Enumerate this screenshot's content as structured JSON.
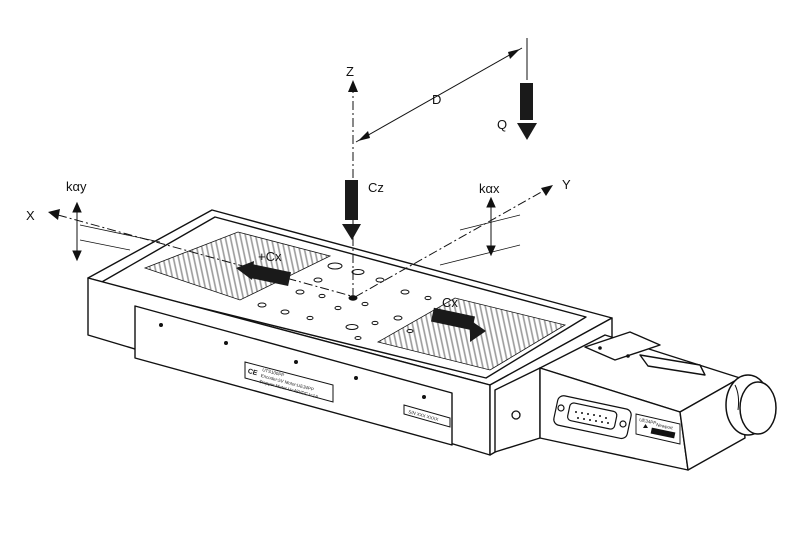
{
  "diagram": {
    "axes": {
      "z": "Z",
      "x": "X",
      "y": "Y"
    },
    "dimensions": {
      "d": "D",
      "q": "Q"
    },
    "moments": {
      "cz": "Cz",
      "cx_left": "+Cx",
      "cx_right": "Cx",
      "kay": "kαy",
      "kax": "kαx"
    },
    "colors": {
      "line": "#111111",
      "grating": "#9a9a9a",
      "arrow_fill": "#1a1a1a",
      "background": "#ffffff"
    },
    "nameplate": {
      "line1": "UTS100PP",
      "line2": "Encoder:5V  Motor:UE34PP",
      "line3": "Stepper Motor U=48VDC I=1A"
    },
    "serial_tag": "S/N XXX XXXX",
    "motor_label": {
      "line1": "UE34PP",
      "line2": "Newport"
    },
    "icons": [
      "ce-mark-icon",
      "warning-triangle-icon"
    ]
  }
}
